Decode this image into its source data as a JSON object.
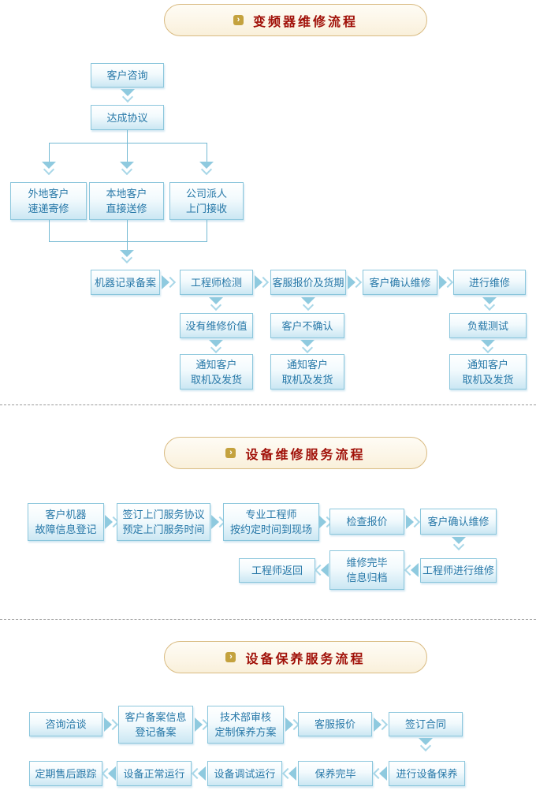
{
  "page_bg": "#ffffff",
  "colors": {
    "page_bg": "#ffffff",
    "header_bg": "#fcf5e6",
    "header_border": "#d9bb82",
    "header_text": "#a01008",
    "header_icon_bg": "#c4a23e",
    "node_border": "#8bc6dc",
    "node_text": "#2778a8",
    "node_fill_bottom": "#cbe7f3",
    "connector": "#74b9d3",
    "divider": "#999999"
  },
  "headers": {
    "icon_glyph": "›",
    "s1": "变频器维修流程",
    "s2": "设备维修服务流程",
    "s3": "设备保养服务流程"
  },
  "flow1": {
    "consult": "客户咨询",
    "agreement": "达成协议",
    "remote_l1": "外地客户",
    "remote_l2": "速递寄修",
    "local_l1": "本地客户",
    "local_l2": "直接送修",
    "pickup_l1": "公司派人",
    "pickup_l2": "上门接收",
    "record": "机器记录备案",
    "inspect": "工程师检测",
    "quote": "客服报价及货期",
    "confirm": "客户确认维修",
    "repair": "进行维修",
    "no_value": "没有维修价值",
    "not_confirm": "客户不确认",
    "load_test": "负载测试",
    "notify_l1": "通知客户",
    "notify_l2": "取机及发货"
  },
  "flow2": {
    "register_l1": "客户机器",
    "register_l2": "故障信息登记",
    "sign_l1": "签订上门服务协议",
    "sign_l2": "预定上门服务时间",
    "engineer_l1": "专业工程师",
    "engineer_l2": "按约定时间到现场",
    "check_quote": "检查报价",
    "confirm": "客户确认维修",
    "do_repair": "工程师进行维修",
    "archive_l1": "维修完毕",
    "archive_l2": "信息归档",
    "go_back": "工程师返回"
  },
  "flow3": {
    "consult": "咨询洽谈",
    "register_l1": "客户备案信息",
    "register_l2": "登记备案",
    "review_l1": "技术部审核",
    "review_l2": "定制保养方案",
    "quote": "客服报价",
    "contract": "签订合同",
    "maintain": "进行设备保养",
    "done": "保养完毕",
    "debug": "设备调试运行",
    "normal": "设备正常运行",
    "track": "定期售后跟踪"
  }
}
